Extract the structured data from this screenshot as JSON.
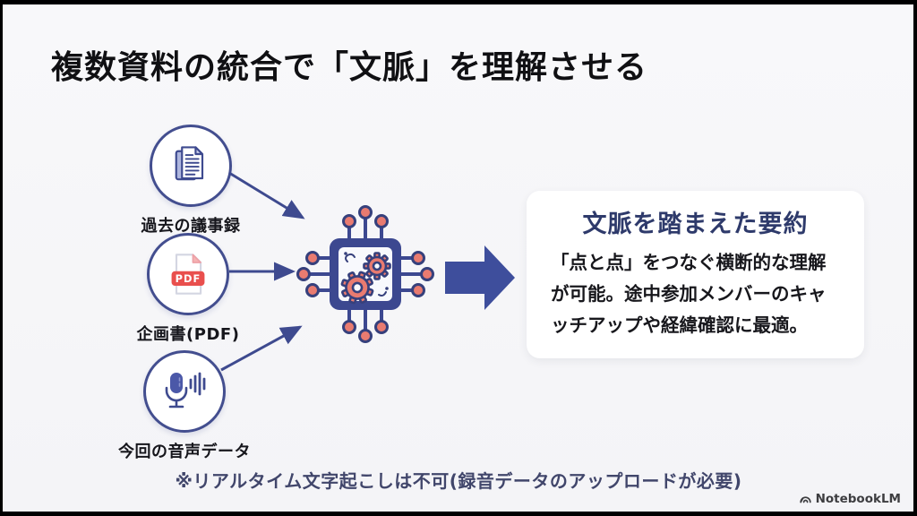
{
  "slide": {
    "title": "複数資料の統合で「文脈」を理解させる",
    "sources": [
      {
        "label": "過去の議事録"
      },
      {
        "label": "企画書(PDF)"
      },
      {
        "label": "今回の音声データ"
      }
    ],
    "pdf_badge": "PDF",
    "result": {
      "title": "文脈を踏まえた要約",
      "body": "「点と点」をつなぐ横断的な理解が可能。途中参加メンバーのキャッチアップや経緯確認に最適。"
    },
    "note": "※リアルタイム文字起こしは不可(録音データのアップロードが必要)",
    "brand": "NotebookLM",
    "colors": {
      "navy_outline": "#3e4a8f",
      "big_arrow_blue": "#3e4e9c",
      "pdf_red": "#e94f4d",
      "gear_salmon": "#e97b70",
      "result_title_navy": "#2e3a6b",
      "note_text": "#41466b",
      "slide_background": "#f6f6f8",
      "frame_black": "#000000"
    }
  }
}
